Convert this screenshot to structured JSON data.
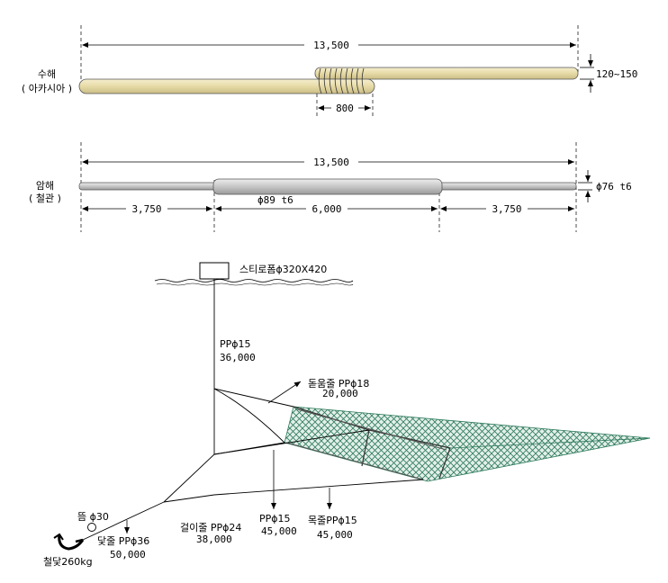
{
  "wooden_pole": {
    "name_line1": "수해",
    "name_line2": "( 아카시아 )",
    "overall_length": "13,500",
    "overlap_length": "800",
    "diameter": "120~150"
  },
  "steel_pole": {
    "name_line1": "암해",
    "name_line2": "( 철관 )",
    "overall_length": "13,500",
    "left_segment": "3,750",
    "middle_segment": "6,000",
    "right_segment": "3,750",
    "middle_pipe_spec": "ϕ89  t6",
    "end_pipe_spec": "ϕ76 t6"
  },
  "rig": {
    "float_label": "스티로폼ϕ320X420",
    "vertical_rope_spec": "PPϕ15",
    "vertical_rope_length": "36,000",
    "top_rope_spec": "돋움줄 PPϕ18",
    "top_rope_length": "20,000",
    "hanging_rope_spec": "걸이줄 PPϕ24",
    "hanging_rope_length": "38,000",
    "middle_rope_spec": "PPϕ15",
    "middle_rope_length": "45,000",
    "neck_rope_spec": "목줄PPϕ15",
    "neck_rope_length": "45,000",
    "anchor_rope_spec": "닻줄 PPϕ36",
    "anchor_rope_length": "50,000",
    "buoy_label": "뜸 ϕ30",
    "anchor_label": "철닻260kg"
  },
  "colors": {
    "wood": "#eae0b0",
    "steel": "#c8c8c8",
    "net": "#2e7a5c",
    "net_fill": "#e3f0ea"
  }
}
